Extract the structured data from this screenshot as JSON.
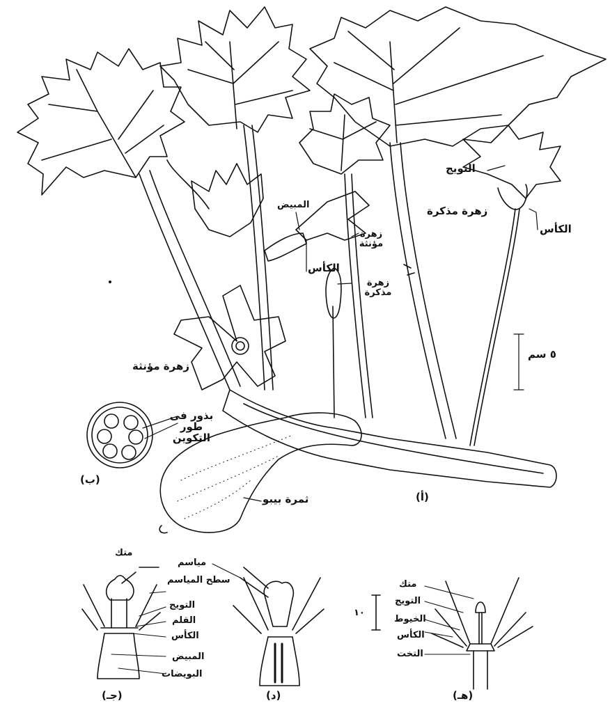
{
  "panels": {
    "a": "(أ)",
    "b": "(ب)",
    "c": "(جـ)",
    "d": "(د)",
    "e": "(هـ)"
  },
  "labels": {
    "corolla": "التويج",
    "male_flower_top": "زهرة مذكرة",
    "calyx_top": "الكأس",
    "ovary": "المبيض",
    "female_flower_1": "زهرة مؤنثة",
    "calyx_mid": "الكأس",
    "male_flower_mid": "زهرة مذكرة",
    "scale": "٥ سم",
    "female_flower_2": "زهرة مؤنثة",
    "seeds": "بذور فى طور التكوين",
    "fruit": "ثمرة بيبو"
  },
  "c_labels": {
    "anther": "متك",
    "stigmas": "مياسم",
    "stigma_surface": "سطح المياسم",
    "corolla": "التويج",
    "style": "القلم",
    "calyx": "الكأس",
    "ovary": "المبيض",
    "ovules": "البويضات"
  },
  "e_labels": {
    "anther": "متك",
    "corolla": "التويج",
    "filaments": "الخيوط",
    "calyx": "الكأس",
    "receptacle": "التخت",
    "scale": "١٠"
  },
  "colors": {
    "ink": "#111111",
    "paper": "#ffffff"
  }
}
